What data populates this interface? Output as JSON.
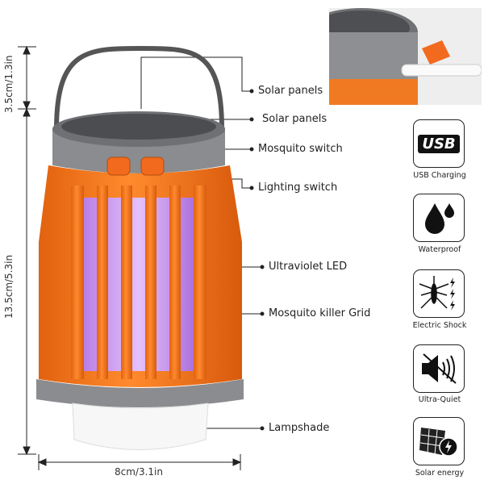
{
  "dimensions": {
    "handle_height": "3.5cm/1.3in",
    "body_height": "13.5cm/5.3in",
    "width": "8cm/3.1in"
  },
  "callouts": [
    {
      "label": "Solar panels"
    },
    {
      "label": "Solar panels"
    },
    {
      "label": "Mosquito switch"
    },
    {
      "label": "Lighting switch"
    },
    {
      "label": "Ultraviolet LED"
    },
    {
      "label": "Mosquito killer Grid"
    },
    {
      "label": "Lampshade"
    }
  ],
  "features": [
    {
      "label": "USB Charging",
      "icon": "usb-icon",
      "icon_text": "USB"
    },
    {
      "label": "Waterproof",
      "icon": "water-drop-icon"
    },
    {
      "label": "Electric Shock",
      "icon": "mosquito-shock-icon"
    },
    {
      "label": "Ultra-Quiet",
      "icon": "muted-speaker-icon"
    },
    {
      "label": "Solar energy",
      "icon": "solar-panel-icon"
    }
  ],
  "colors": {
    "orange": "#f4781f",
    "gray": "#8a8c8f",
    "uv": "#c48cf0"
  }
}
